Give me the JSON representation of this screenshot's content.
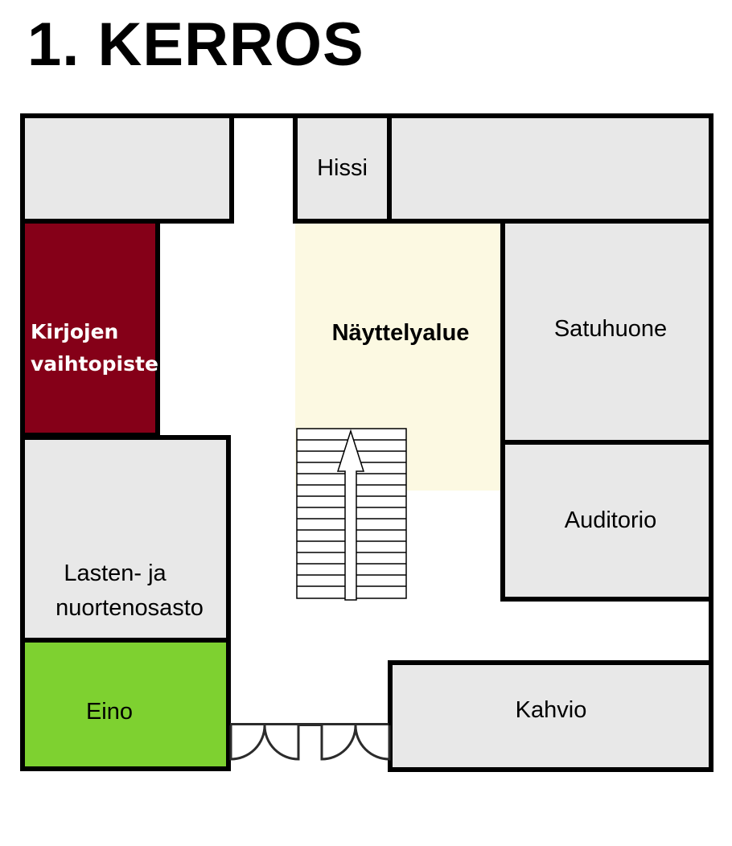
{
  "title": "1. KERROS",
  "rooms": {
    "hissi": "Hissi",
    "nayttelyalue": "Näyttelyalue",
    "satuhuone": "Satuhuone",
    "auditorio": "Auditorio",
    "kirjojen_line1": "Kirjojen",
    "kirjojen_line2": "vaihtopiste",
    "lasten_line1": "Lasten- ja",
    "lasten_line2": "nuortenosasto",
    "eino": "Eino",
    "kahvio": "Kahvio"
  },
  "colors": {
    "room_fill": "#e8e8e8",
    "wall": "#000000",
    "kirjojen_fill": "#850018",
    "eino_fill": "#7ed130",
    "exhibition_fill": "#fcf9e2"
  },
  "icons": {
    "stairs": "stairs-icon",
    "arrow": "up-arrow-icon",
    "doors": "entrance-doors-icon"
  }
}
